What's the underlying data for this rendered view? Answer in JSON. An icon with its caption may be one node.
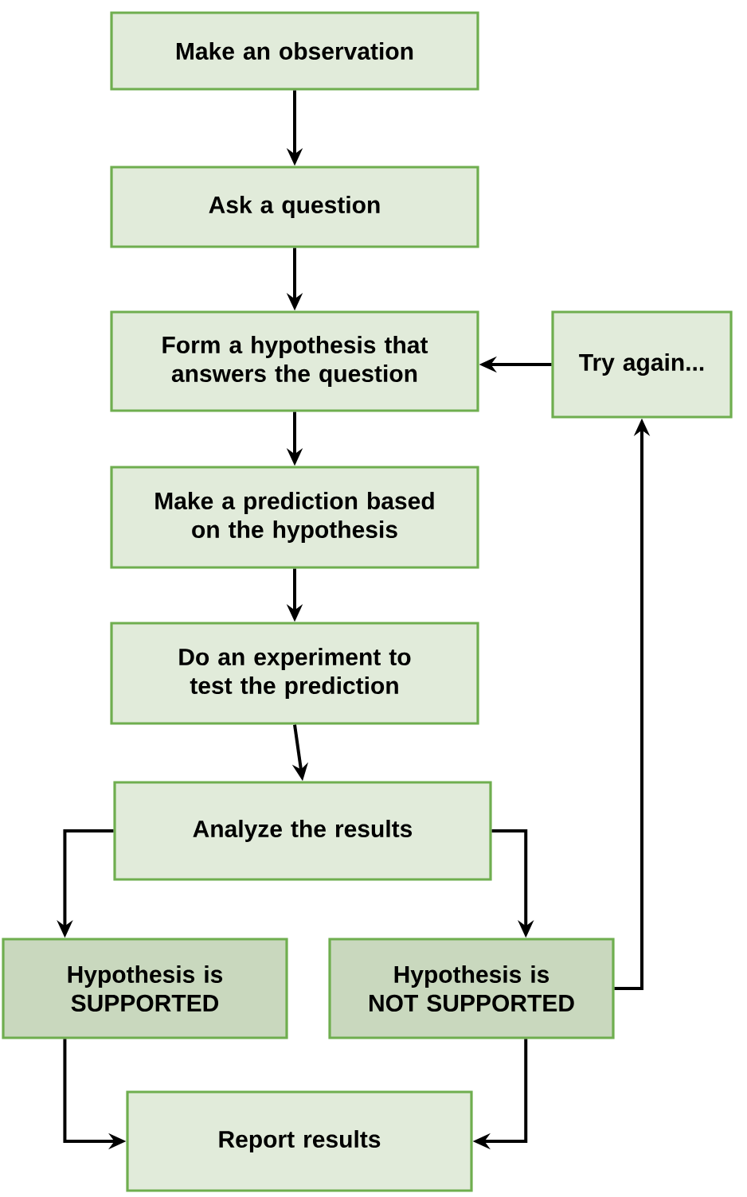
{
  "diagram": {
    "nodes": [
      {
        "text": [
          "Make an observation"
        ]
      },
      {
        "text": [
          "Ask a question"
        ]
      },
      {
        "text": [
          "Form a hypothesis that answers the question"
        ]
      },
      {
        "text": [
          "Try again..."
        ]
      },
      {
        "text": [
          "Make a prediction based on the hypothesis"
        ]
      },
      {
        "text": [
          "Do an experiment to test the prediction"
        ]
      },
      {
        "text": [
          "Analyze the results"
        ]
      },
      {
        "text": [
          "Hypothesis is SUPPORTED"
        ]
      },
      {
        "text": [
          "Hypothesis is NOT SUPPORTED"
        ]
      },
      {
        "text": [
          "Report results"
        ]
      }
    ],
    "edges": [
      {
        "from": 0,
        "to": 1,
        "arrow": "to"
      },
      {
        "from": 1,
        "to": 2,
        "arrow": "to"
      },
      {
        "from": 3,
        "to": 2,
        "arrow": "to"
      },
      {
        "from": 2,
        "to": 4,
        "arrow": "to"
      },
      {
        "from": 4,
        "to": 5,
        "arrow": "to"
      },
      {
        "from": 5,
        "to": 6,
        "arrow": "to"
      },
      {
        "from": 6,
        "to": 7,
        "arrow": "to"
      },
      {
        "from": 6,
        "to": 8,
        "arrow": "to"
      },
      {
        "from": 8,
        "to": 3,
        "arrow": "to"
      },
      {
        "from": 7,
        "to": 9,
        "arrow": "to"
      },
      {
        "from": 8,
        "to": 9,
        "arrow": "to"
      }
    ]
  }
}
